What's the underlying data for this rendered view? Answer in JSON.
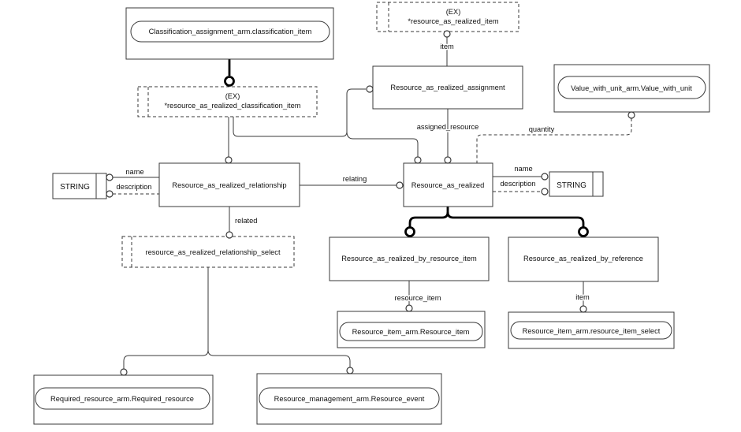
{
  "diagram": {
    "notation": "EXPRESS-G",
    "colors": {
      "line": "#000000",
      "background": "#ffffff",
      "box_fill": "#ffffff",
      "text": "#111111"
    },
    "nodes": {
      "classification_item_ref": "Classification_assignment_arm.classification_item",
      "item_select": {
        "prefix": "(EX)",
        "label": "*resource_as_realized_item"
      },
      "assignment": "Resource_as_realized_assignment",
      "value_with_unit_ref": "Value_with_unit_arm.Value_with_unit",
      "classification_item_select": {
        "prefix": "(EX)",
        "label": "*resource_as_realized_classification_item"
      },
      "string_left": "STRING",
      "relationship": "Resource_as_realized_relationship",
      "resource_as_realized": "Resource_as_realized",
      "string_right": "STRING",
      "relationship_select": "resource_as_realized_relationship_select",
      "by_resource_item": "Resource_as_realized_by_resource_item",
      "by_reference": "Resource_as_realized_by_reference",
      "resource_item_ref": "Resource_item_arm.Resource_item",
      "resource_item_select_ref": "Resource_item_arm.resource_item_select",
      "required_resource_ref": "Required_resource_arm.Required_resource",
      "resource_event_ref": "Resource_management_arm.Resource_event"
    },
    "edge_labels": {
      "item_top": "item",
      "assigned_resource": "assigned_resource",
      "quantity": "quantity",
      "name_left": "name",
      "description_left": "description",
      "relating": "relating",
      "name_right": "name",
      "description_right": "description",
      "related": "related",
      "resource_item": "resource_item",
      "item_bottom": "item"
    }
  }
}
